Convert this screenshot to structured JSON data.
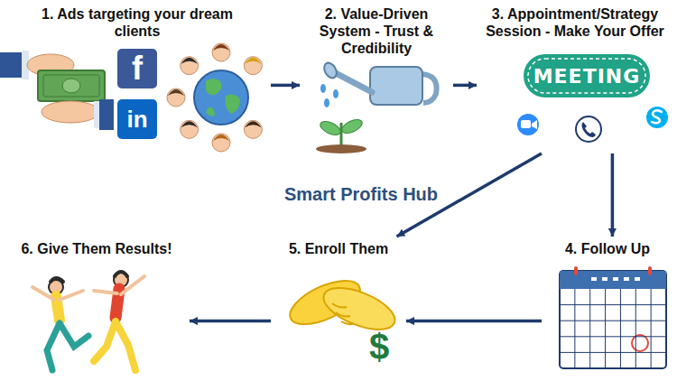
{
  "diagram": {
    "nodes": [
      {
        "text": [
          "1. Ads targeting your dream clients"
        ]
      },
      {
        "text": [
          "2. Value-Driven System - Trust & Credibility"
        ]
      },
      {
        "text": [
          "3. Appointment/Strategy Session - Make Your Offer"
        ]
      },
      {
        "text": [
          "4. Follow Up"
        ]
      },
      {
        "text": [
          "5. Enroll Them"
        ]
      },
      {
        "text": [
          "6. Give Them Results!"
        ]
      }
    ],
    "edges": [
      {
        "from": 0,
        "to": 1,
        "arrow": "to"
      },
      {
        "from": 1,
        "to": 2,
        "arrow": "to"
      },
      {
        "from": 2,
        "to": 3,
        "arrow": "to"
      },
      {
        "from": 2,
        "to": 4,
        "arrow": "to"
      },
      {
        "from": 3,
        "to": 4,
        "arrow": "to"
      },
      {
        "from": 4,
        "to": 5,
        "arrow": "to"
      }
    ],
    "labels": [
      "f",
      "in",
      "MEETING",
      "Smart Profits Hub",
      "$"
    ]
  }
}
